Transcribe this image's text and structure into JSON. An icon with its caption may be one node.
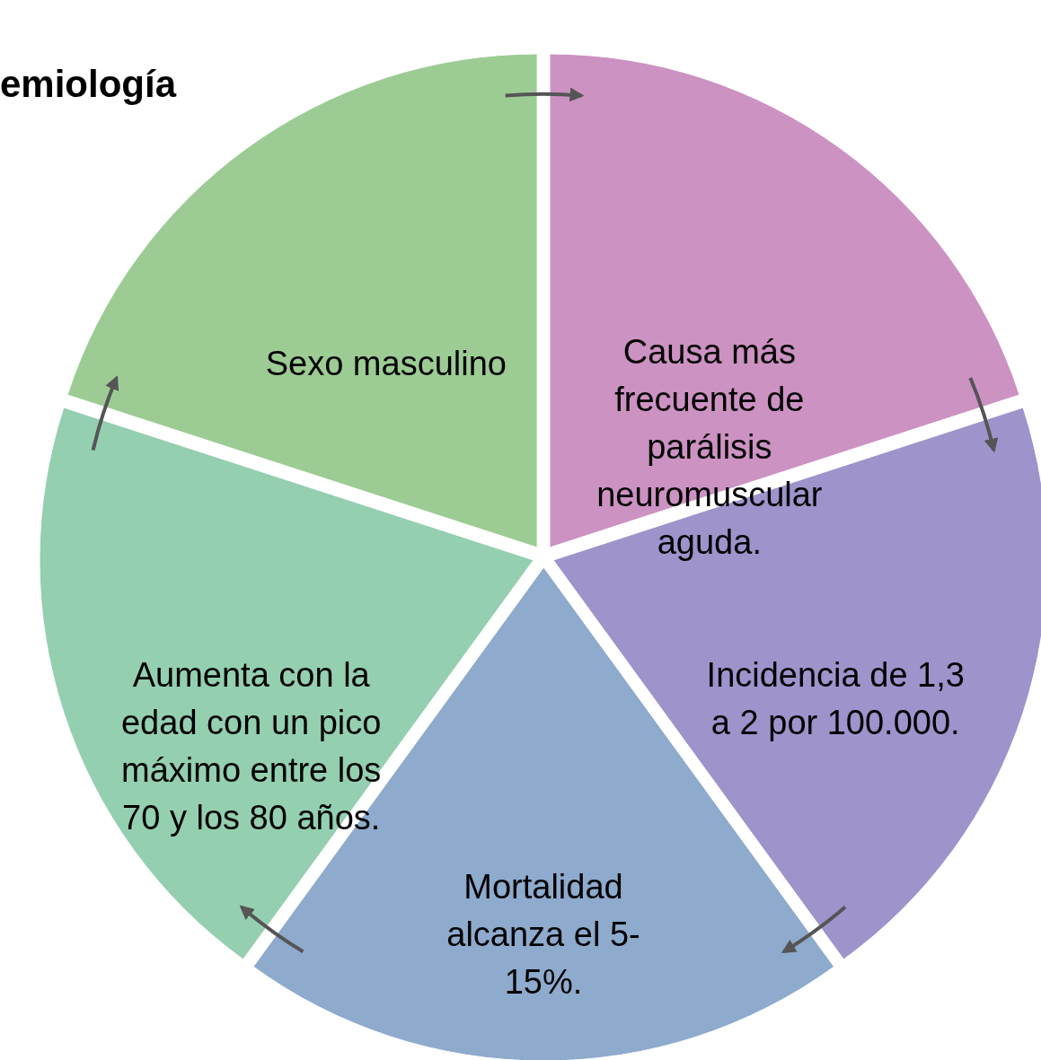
{
  "diagram": {
    "title": "emiología",
    "nodes": [
      {
        "text": [
          "Sexo masculino"
        ]
      },
      {
        "text": [
          "Causa más frecuente de parálisis neuromuscular aguda."
        ]
      },
      {
        "text": [
          "Aumenta con la edad con un pico máximo entre los 70 y los 80 años."
        ]
      },
      {
        "text": [
          "Incidencia de 1,3 a 2 por 100.000."
        ]
      },
      {
        "text": [
          "Mortalidad alcanza el 5-15%."
        ]
      }
    ],
    "edges": [
      {
        "from": 0,
        "to": 1,
        "arrow": "to"
      },
      {
        "from": 1,
        "to": 3,
        "arrow": "to"
      },
      {
        "from": 3,
        "to": 4,
        "arrow": "to"
      },
      {
        "from": 4,
        "to": 2,
        "arrow": "to"
      },
      {
        "from": 2,
        "to": 0,
        "arrow": "to"
      }
    ]
  }
}
